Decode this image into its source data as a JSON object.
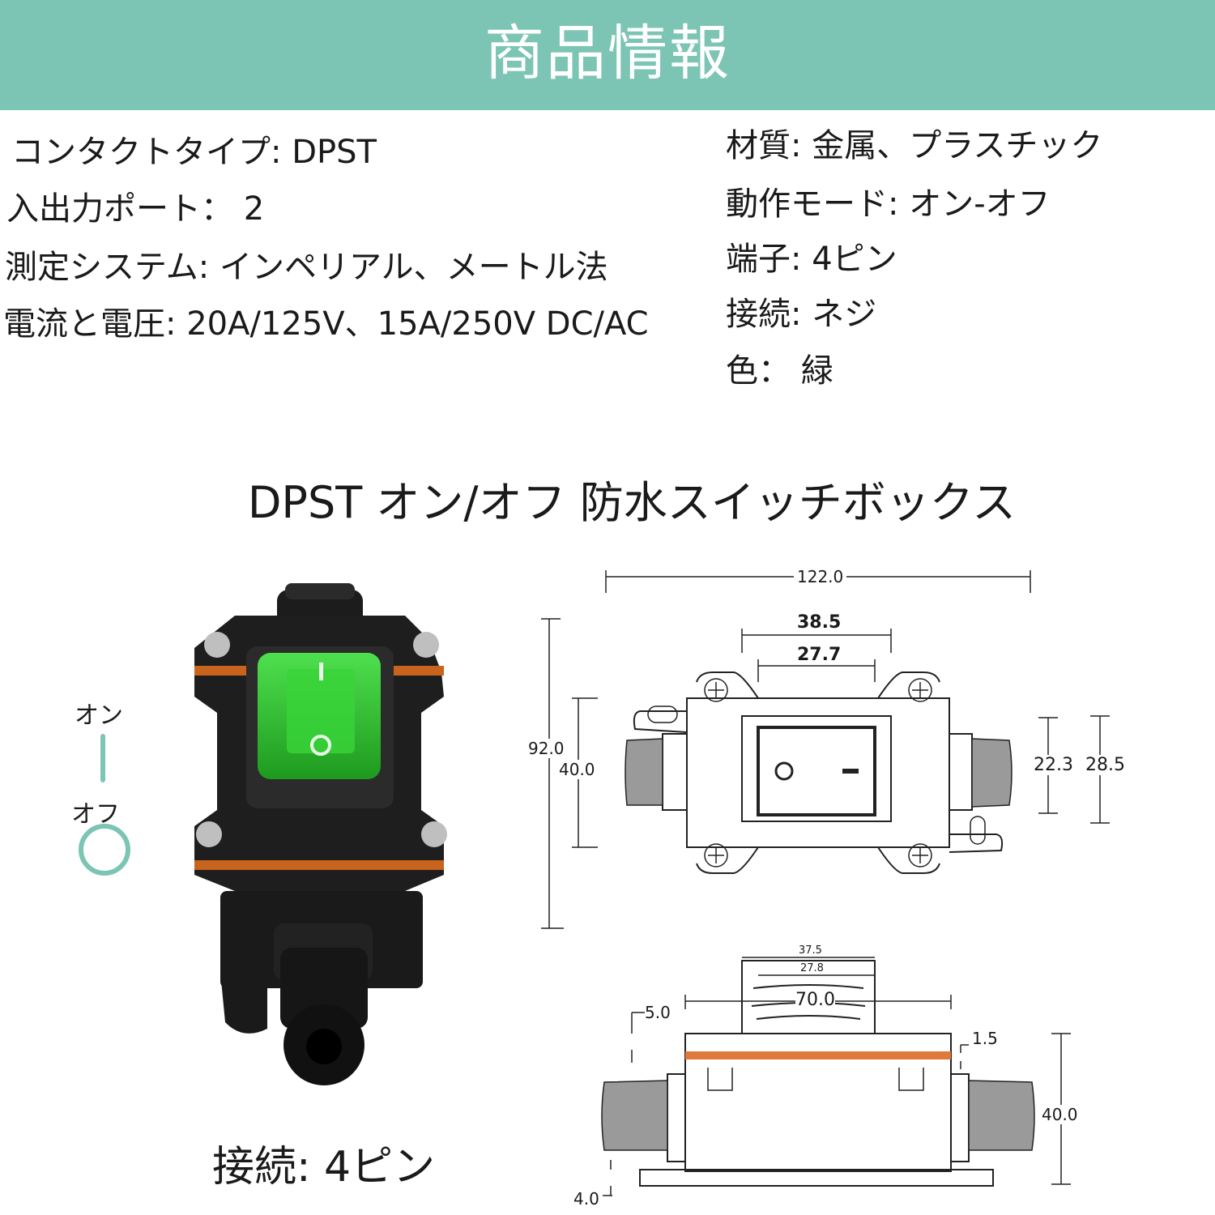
{
  "header": {
    "title": "商品情報",
    "bg_color": "#7cc4b4"
  },
  "specs_left": [
    "コンタクトタイプ: DPST",
    "入出力ポート： 2",
    "測定システム: インペリアル、メートル法",
    "電流と電圧: 20A/125V、15A/250V DC/AC"
  ],
  "specs_right": [
    "材質: 金属、プラスチック",
    "動作モード: オン-オフ",
    "端子: 4ピン",
    "接続: ネジ",
    "色： 緑"
  ],
  "subtitle": "DPST オン/オフ 防水スイッチボックス",
  "legend": {
    "on_label": "オン",
    "off_label": "オフ",
    "color": "#7cc4b4"
  },
  "photo_caption": "接続: 4ピン",
  "diagram_top": {
    "overall_width": "122.0",
    "outer_switch_width": "38.5",
    "inner_switch_width": "27.7",
    "overall_height": "92.0",
    "body_height": "40.0",
    "gland_inner": "22.3",
    "gland_outer": "28.5"
  },
  "diagram_side": {
    "top_outer": "37.5",
    "top_inner": "27.8",
    "mid_width": "70.0",
    "lid_offset": "5.0",
    "gasket": "1.5",
    "height": "40.0",
    "base": "4.0",
    "gasket_color": "#e07a3a"
  }
}
